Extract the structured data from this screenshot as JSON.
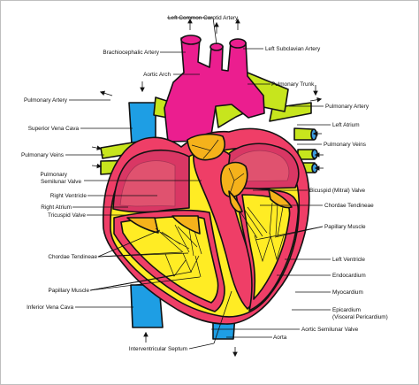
{
  "labels": {
    "left_common_carotid_artery": "Left Common Carotid Artery",
    "brachiocephalic_artery": "Brachiocephalic Artery",
    "left_subclavian_artery": "Left Subclavian Artery",
    "aortic_arch": "Aortic Arch",
    "pulmonary_trunk": "Pulmonary Trunk",
    "pulmonary_artery_left": "Pulmonary Artery",
    "pulmonary_artery_right": "Pulmonary Artery",
    "left_atrium": "Left Atrium",
    "superior_vena_cava": "Superior Vena Cava",
    "pulmonary_veins_left": "Pulmonary Veins",
    "pulmonary_veins_right": "Pulmonary Veins",
    "pulmonary_semilunar_valve_line1": "Pulmonary",
    "pulmonary_semilunar_valve_line2": "Semilunar Valve",
    "bicuspid_mitral_valve": "Bicuspid (Mitral) Valve",
    "right_ventricle": "Right Ventricle",
    "chordae_tendineae_right": "Chordae Tendineae",
    "right_atrium": "Right Atrium",
    "tricuspid_valve": "Tricuspid Valve",
    "papillary_muscle_right": "Papillary Muscle",
    "chordae_tendineae_left": "Chordae Tendineae",
    "left_ventricle": "Left Ventricle",
    "endocardium": "Endocardium",
    "papillary_muscle_left": "Papillary Muscle",
    "myocardium": "Myocardium",
    "inferior_vena_cava": "Inferior Vena Cava",
    "epicardium_line1": "Epicardium",
    "epicardium_line2": "(Visceral Pericardium)",
    "aortic_semilunar_valve": "Aortic Semilunar Valve",
    "interventricular_septum": "Interventricular Septum",
    "aorta": "Aorta"
  },
  "colors": {
    "aorta": "#eb1e8f",
    "pulmonary": "#c7e51d",
    "vena_cava": "#1e9ee4",
    "heart_wall": "#ef3e67",
    "chamber": "#ffec24",
    "atrium_fill": "#d93764",
    "valve": "#f5b21b",
    "vein_tip": "#3d9cde"
  }
}
